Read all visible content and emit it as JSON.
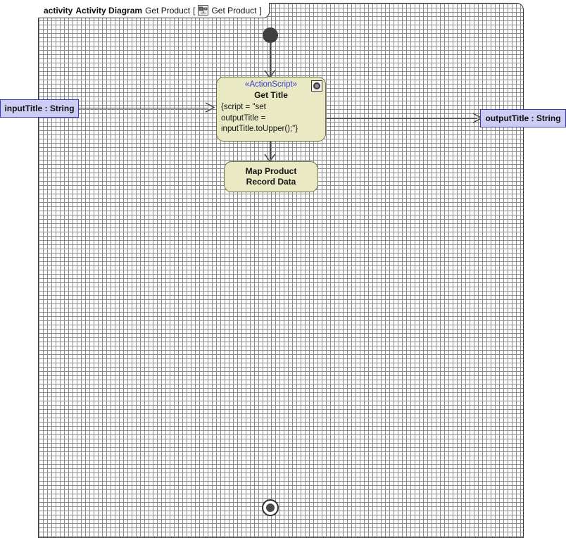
{
  "frame": {
    "keyword": "activity",
    "diagram_type": "Activity Diagram",
    "name": "Get Product",
    "bracket_open": "[",
    "icon": "activity-artifact-icon",
    "context": "Get Product",
    "bracket_close": "]"
  },
  "nodes": {
    "initial": {
      "name": "initial-node",
      "label": ""
    },
    "final": {
      "name": "final-node",
      "label": ""
    },
    "get_title": {
      "stereotype": "«ActionScript»",
      "title": "Get Title",
      "body_lines": [
        "{script = \"set",
        "outputTitle =",
        "inputTitle.toUpper();\"}"
      ],
      "badge_icon": "gear-icon"
    },
    "map_product": {
      "title_lines": [
        "Map Product",
        "Record Data"
      ]
    }
  },
  "parameters": {
    "input": {
      "label": "inputTitle : String"
    },
    "output": {
      "label": "outputTitle : String"
    }
  },
  "colors": {
    "action_fill": "#e9e9c4",
    "action_border": "#6f6f4a",
    "param_fill": "#ccccf4",
    "param_border": "#3838b8",
    "stereotype_text": "#3c3cd0",
    "edge": "#4a4a4a",
    "frame_border": "#3a3a3a",
    "grid_dot": "#9a9a9a"
  }
}
